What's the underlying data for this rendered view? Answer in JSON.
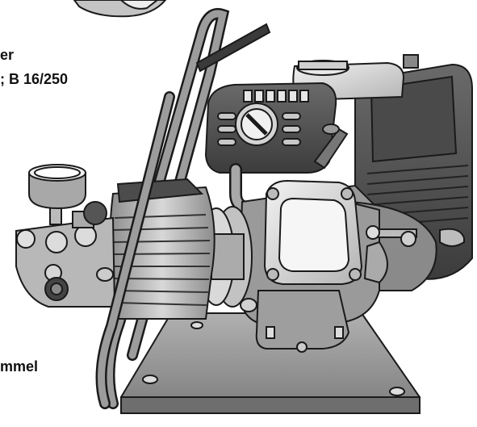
{
  "labels": {
    "line1": "er",
    "line2": "; B 16/250",
    "line3": "mmel"
  },
  "colors": {
    "metal_dark": "#5a5a5a",
    "metal_mid": "#9a9a9a",
    "metal_light": "#c8c8c8",
    "metal_pale": "#e4e4e4",
    "outline": "#1a1a1a"
  }
}
